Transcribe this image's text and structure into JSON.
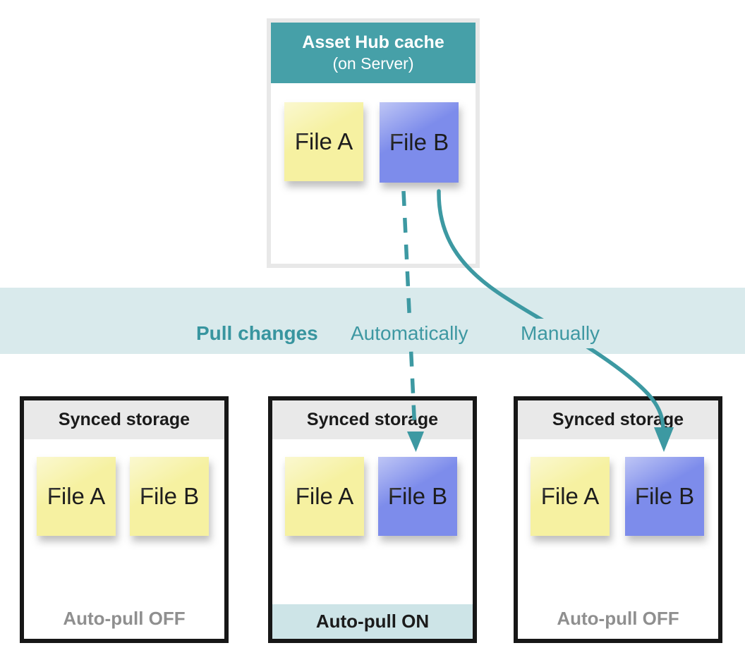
{
  "colors": {
    "teal_header": "#46a0a8",
    "arrow_teal": "#3d99a2",
    "band_bg": "#d9eaec",
    "band_text_teal": "#3e98a2",
    "note_yellow": "#f6f1a1",
    "note_blue": "#7d8ceb",
    "storage_header_bg": "#e9e9e9",
    "on_strip_bg": "#cde4e7",
    "off_text_gray": "#8f8f8f"
  },
  "cache": {
    "title": "Asset Hub cache",
    "subtitle": "(on Server)",
    "files": [
      {
        "label": "File A",
        "color": "#f6f1a1"
      },
      {
        "label": "File B",
        "color": "#7d8ceb"
      }
    ]
  },
  "band": {
    "title": "Pull changes",
    "automatic_label": "Automatically",
    "manual_label": "Manually"
  },
  "storages": [
    {
      "title": "Synced storage",
      "files": [
        {
          "label": "File A",
          "color": "#f6f1a1"
        },
        {
          "label": "File B",
          "color": "#f6f1a1"
        }
      ],
      "footer": "Auto-pull OFF",
      "footer_state": "off"
    },
    {
      "title": "Synced storage",
      "files": [
        {
          "label": "File A",
          "color": "#f6f1a1"
        },
        {
          "label": "File B",
          "color": "#7d8ceb"
        }
      ],
      "footer": "Auto-pull ON",
      "footer_state": "on"
    },
    {
      "title": "Synced storage",
      "files": [
        {
          "label": "File A",
          "color": "#f6f1a1"
        },
        {
          "label": "File B",
          "color": "#7d8ceb"
        }
      ],
      "footer": "Auto-pull OFF",
      "footer_state": "off"
    }
  ],
  "arrows": [
    {
      "name": "automatic-pull-arrow",
      "style": "dashed",
      "from": "cache File B",
      "to": "middle synced storage File B"
    },
    {
      "name": "manual-pull-arrow",
      "style": "solid",
      "from": "cache File B",
      "to": "right synced storage File B"
    }
  ]
}
